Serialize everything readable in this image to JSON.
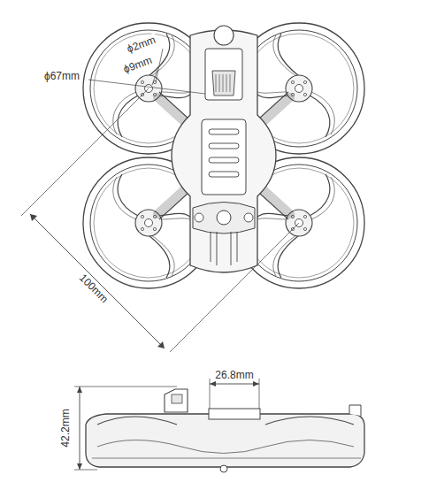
{
  "diagram": {
    "labels": [
      "ϕ2mm",
      "ϕ9mm",
      "ϕ67mm",
      "100mm",
      "26.8mm",
      "42.2mm"
    ]
  }
}
